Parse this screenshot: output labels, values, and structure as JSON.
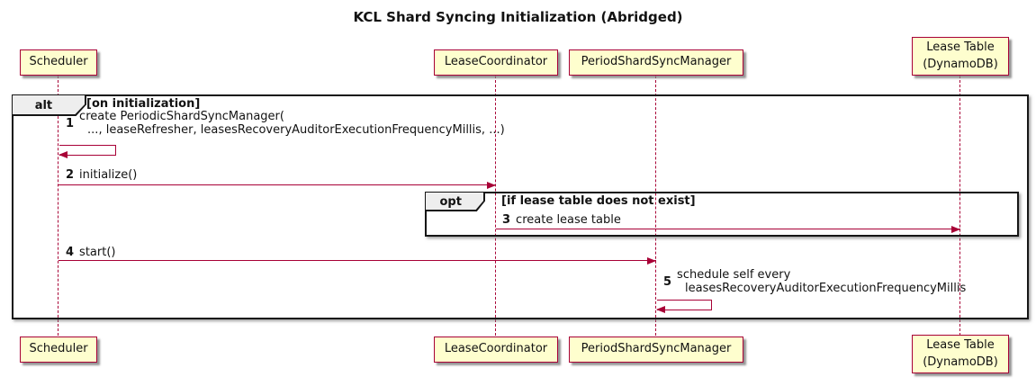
{
  "title": "KCL Shard Syncing Initialization (Abridged)",
  "colors": {
    "participant_fill": "#FEFECE",
    "participant_border": "#A80036",
    "arrow": "#A80036",
    "lifeline": "#A80036",
    "frame_border": "#161616",
    "frame_label_bg": "#EEEEEE"
  },
  "participants": [
    {
      "label": "Scheduler"
    },
    {
      "label": "LeaseCoordinator"
    },
    {
      "label": "PeriodShardSyncManager"
    },
    {
      "label": "Lease Table",
      "label2": "(DynamoDB)"
    }
  ],
  "frames": {
    "alt": {
      "operator": "alt",
      "condition": "[on initialization]"
    },
    "opt": {
      "operator": "opt",
      "condition": "[if lease table does not exist]"
    }
  },
  "messages": [
    {
      "num": "1",
      "line1": "create PeriodicShardSyncManager(",
      "line2": "..., leaseRefresher, leasesRecoveryAuditorExecutionFrequencyMillis, ...)"
    },
    {
      "num": "2",
      "text": "initialize()"
    },
    {
      "num": "3",
      "text": "create lease table"
    },
    {
      "num": "4",
      "text": "start()"
    },
    {
      "num": "5",
      "line1": "schedule self every",
      "line2": "leasesRecoveryAuditorExecutionFrequencyMillis"
    }
  ]
}
